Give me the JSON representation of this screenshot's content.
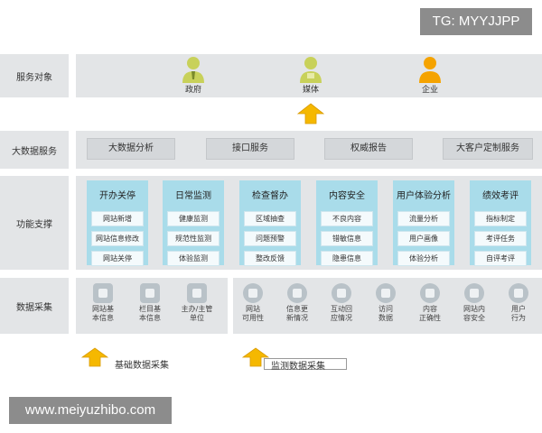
{
  "watermarks": {
    "top": "TG: MYYJJPP",
    "bottom": "www.meiyuzhibo.com"
  },
  "rows": {
    "service_target": "服务对象",
    "big_data_service": "大数据服务",
    "function_support": "功能支撑",
    "data_collection": "数据采集"
  },
  "audiences": [
    {
      "label": "政府",
      "icon": "government-user-icon"
    },
    {
      "label": "媒体",
      "icon": "media-user-icon"
    },
    {
      "label": "企业",
      "icon": "enterprise-user-icon"
    }
  ],
  "colors": {
    "panel": "#e3e5e7",
    "function_column": "#a9dcea",
    "arrow": "#f5b800",
    "enterprise_icon": "#f5a300",
    "user_icon_light": "#c8d15a"
  },
  "services": [
    "大数据分析",
    "接口服务",
    "权威报告",
    "大客户定制服务"
  ],
  "functions": [
    {
      "title": "开办关停",
      "items": [
        "网站新增",
        "网站信息修改",
        "网站关停"
      ]
    },
    {
      "title": "日常监测",
      "items": [
        "健康监测",
        "规范性监测",
        "体验监测"
      ]
    },
    {
      "title": "检查督办",
      "items": [
        "区域抽查",
        "问题预警",
        "整改反馈"
      ]
    },
    {
      "title": "内容安全",
      "items": [
        "不良内容",
        "错敏信息",
        "隐患信息"
      ]
    },
    {
      "title": "用户体验分析",
      "items": [
        "流量分析",
        "用户画像",
        "体验分析"
      ]
    },
    {
      "title": "绩效考评",
      "items": [
        "指标制定",
        "考评任务",
        "自评考评"
      ]
    }
  ],
  "basic_collection": [
    {
      "line1": "网站基",
      "line2": "本信息",
      "icon": "website-info-icon"
    },
    {
      "line1": "栏目基",
      "line2": "本信息",
      "icon": "column-info-icon"
    },
    {
      "line1": "主办/主管",
      "line2": "单位",
      "icon": "organizer-icon"
    }
  ],
  "monitor_collection": [
    {
      "line1": "网站",
      "line2": "可用性",
      "icon": "availability-icon"
    },
    {
      "line1": "信息更",
      "line2": "新情况",
      "icon": "update-icon"
    },
    {
      "line1": "互动回",
      "line2": "应情况",
      "icon": "interaction-icon"
    },
    {
      "line1": "访问",
      "line2": "数据",
      "icon": "access-data-icon"
    },
    {
      "line1": "内容",
      "line2": "正确性",
      "icon": "content-correctness-icon"
    },
    {
      "line1": "网站内",
      "line2": "容安全",
      "icon": "content-security-icon"
    },
    {
      "line1": "用户",
      "line2": "行为",
      "icon": "user-behavior-icon"
    }
  ],
  "legend": {
    "basic": "基础数据采集",
    "monitor": "监测数据采集"
  }
}
